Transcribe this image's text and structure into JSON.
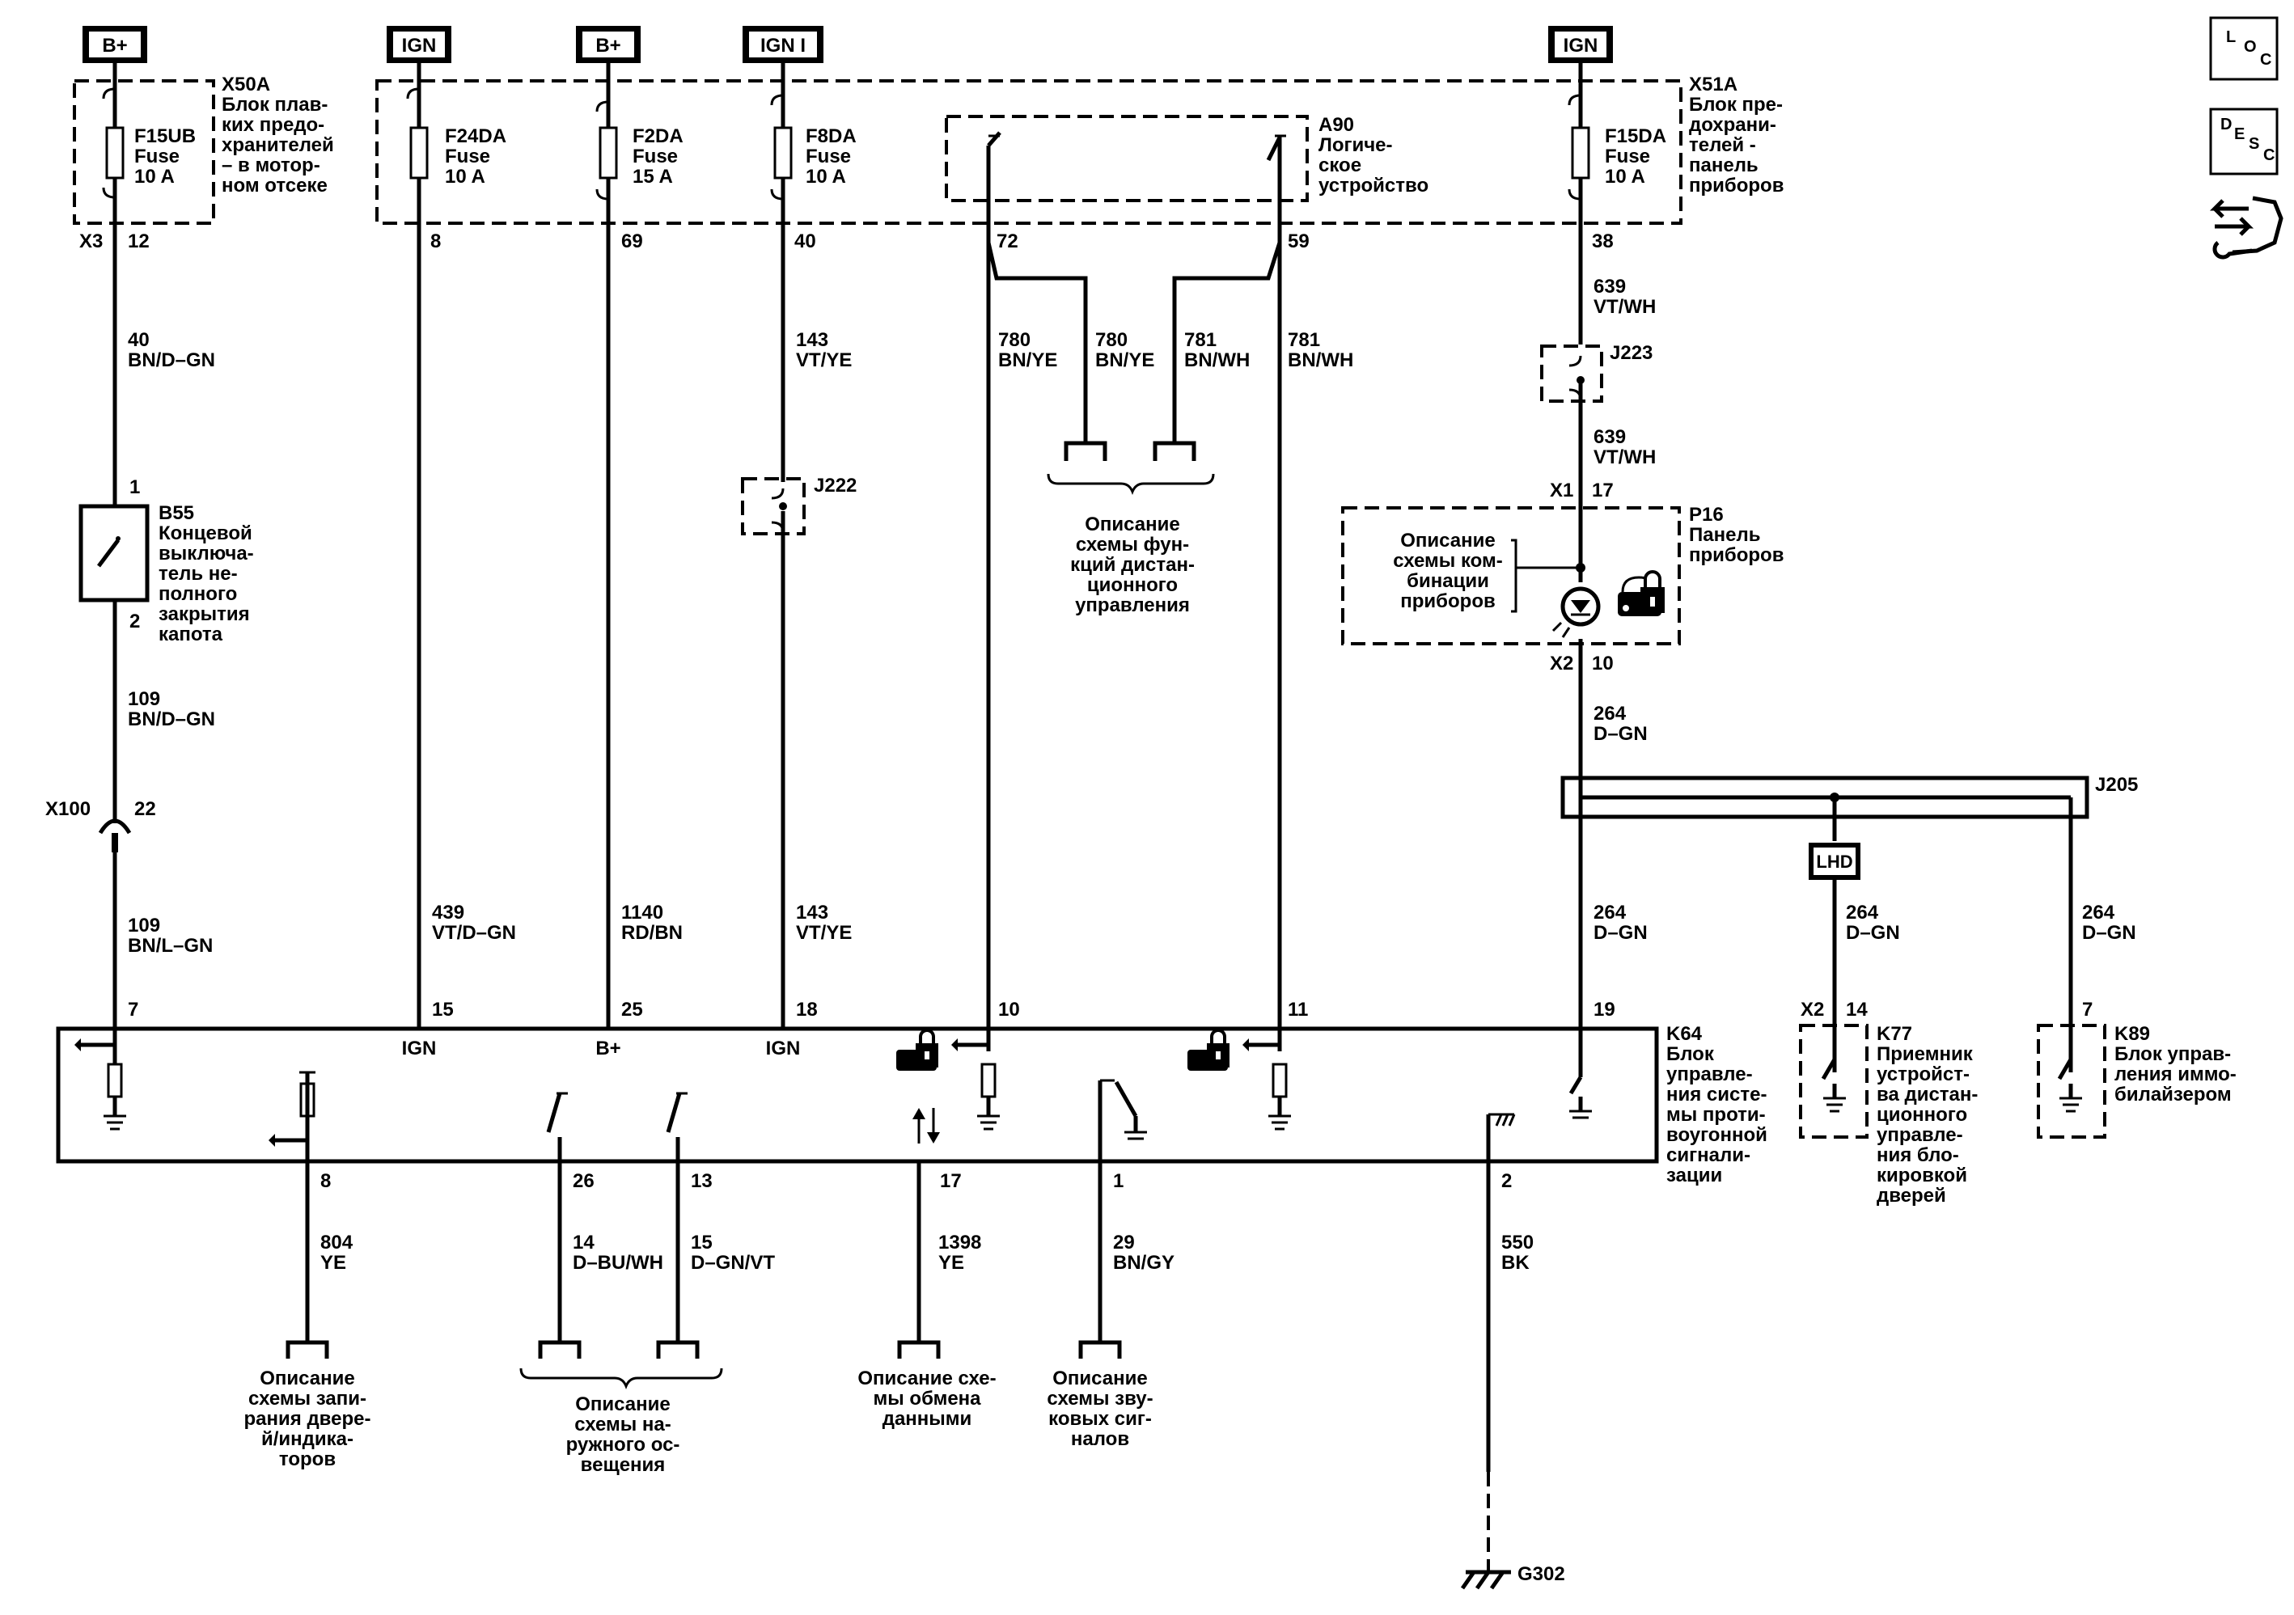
{
  "power_sources": [
    {
      "label": "B+"
    },
    {
      "label": "IGN"
    },
    {
      "label": "B+"
    },
    {
      "label": "IGN I"
    },
    {
      "label": "IGN"
    }
  ],
  "side_icons": {
    "loc": {
      "l1": "L",
      "l2": "O",
      "l3": "C"
    },
    "desc": {
      "l1": "D",
      "l2": "E",
      "l3": "S",
      "l4": "C"
    },
    "tool": "wrench-hand-icon"
  },
  "fuse_blocks": {
    "x50a": {
      "name": "X50A",
      "lines": [
        "Блок плав-",
        "ких предо-",
        "хранителей",
        "– в мотор-",
        "ном отсеке"
      ],
      "connector": "X3",
      "pin": "12"
    },
    "x51a": {
      "name": "X51A",
      "lines": [
        "Блок пре-",
        "дохрани-",
        "телей -",
        "панель",
        "приборов"
      ],
      "pin": "38"
    }
  },
  "fuses": [
    {
      "name": "F15UB",
      "type": "Fuse",
      "rating": "10 A"
    },
    {
      "name": "F24DA",
      "type": "Fuse",
      "rating": "10 A",
      "pin": "8"
    },
    {
      "name": "F2DA",
      "type": "Fuse",
      "rating": "15 A",
      "pin": "69"
    },
    {
      "name": "F8DA",
      "type": "Fuse",
      "rating": "10 A",
      "pin": "40"
    },
    {
      "name": "F15DA",
      "type": "Fuse",
      "rating": "10 A"
    }
  ],
  "a90": {
    "name": "A90",
    "lines": [
      "Логиче-",
      "ское",
      "устройство"
    ],
    "pin_left": "72",
    "pin_right": "59"
  },
  "wires": {
    "w40": {
      "num": "40",
      "color": "BN/D–GN"
    },
    "w109a": {
      "num": "109",
      "color": "BN/D–GN"
    },
    "w109b": {
      "num": "109",
      "color": "BN/L–GN"
    },
    "w439": {
      "num": "439",
      "color": "VT/D–GN"
    },
    "w1140": {
      "num": "1140",
      "color": "RD/BN"
    },
    "w143a": {
      "num": "143",
      "color": "VT/YE"
    },
    "w143b": {
      "num": "143",
      "color": "VT/YE"
    },
    "w780a": {
      "num": "780",
      "color": "BN/YE"
    },
    "w780b": {
      "num": "780",
      "color": "BN/YE"
    },
    "w781a": {
      "num": "781",
      "color": "BN/WH"
    },
    "w781b": {
      "num": "781",
      "color": "BN/WH"
    },
    "w639a": {
      "num": "639",
      "color": "VT/WH"
    },
    "w639b": {
      "num": "639",
      "color": "VT/WH"
    },
    "w264a": {
      "num": "264",
      "color": "D–GN"
    },
    "w264b": {
      "num": "264",
      "color": "D–GN"
    },
    "w264c": {
      "num": "264",
      "color": "D–GN"
    },
    "w264d": {
      "num": "264",
      "color": "D–GN"
    },
    "w804": {
      "num": "804",
      "color": "YE"
    },
    "w14": {
      "num": "14",
      "color": "D–BU/WH"
    },
    "w15": {
      "num": "15",
      "color": "D–GN/VT"
    },
    "w1398": {
      "num": "1398",
      "color": "YE"
    },
    "w29": {
      "num": "29",
      "color": "BN/GY"
    },
    "w550": {
      "num": "550",
      "color": "BK"
    }
  },
  "b55": {
    "name": "B55",
    "lines": [
      "Концевой",
      "выключа-",
      "тель не-",
      "полного",
      "закрытия",
      "капота"
    ],
    "pin_top": "1",
    "pin_bottom": "2"
  },
  "x100": {
    "name": "X100",
    "pin": "22"
  },
  "splices": {
    "j222": "J222",
    "j223": "J223",
    "j205": "J205"
  },
  "remote_desc": [
    "Описание",
    "схемы фун-",
    "кций дистан-",
    "ционного",
    "управления"
  ],
  "p16": {
    "name": "P16",
    "lines": [
      "Панель",
      "приборов"
    ],
    "desc": [
      "Описание",
      "схемы ком-",
      "бинации",
      "приборов"
    ],
    "x1": "X1",
    "pin_top": "17",
    "x2": "X2",
    "pin_bottom": "10"
  },
  "lhd": "LHD",
  "k64": {
    "name": "K64",
    "lines": [
      "Блок",
      "управле-",
      "ния систе-",
      "мы проти-",
      "воугонной",
      "сигнали-",
      "зации"
    ],
    "top_pins": [
      "7",
      "15",
      "25",
      "18",
      "10",
      "11",
      "19"
    ],
    "inner_labels": [
      "IGN",
      "B+",
      "IGN"
    ],
    "bottom_pins": [
      "8",
      "26",
      "13",
      "17",
      "1",
      "2"
    ]
  },
  "k77": {
    "name": "K77",
    "lines": [
      "Приемник",
      "устройст-",
      "ва дистан-",
      "ционного",
      "управле-",
      "ния бло-",
      "кировкой",
      "дверей"
    ],
    "x2": "X2",
    "pin": "14"
  },
  "k89": {
    "name": "K89",
    "lines": [
      "Блок управ-",
      "ления иммо-",
      "билайзером"
    ],
    "pin": "7"
  },
  "bottom_desc": {
    "door": [
      "Описание",
      "схемы запи-",
      "рания двере-",
      "й/индика-",
      "торов"
    ],
    "lights": [
      "Описание",
      "схемы на-",
      "ружного ос-",
      "вещения"
    ],
    "data": [
      "Описание схе-",
      "мы обмена",
      "данными"
    ],
    "horn": [
      "Описание",
      "схемы зву-",
      "ковых сиг-",
      "налов"
    ]
  },
  "ground": "G302"
}
